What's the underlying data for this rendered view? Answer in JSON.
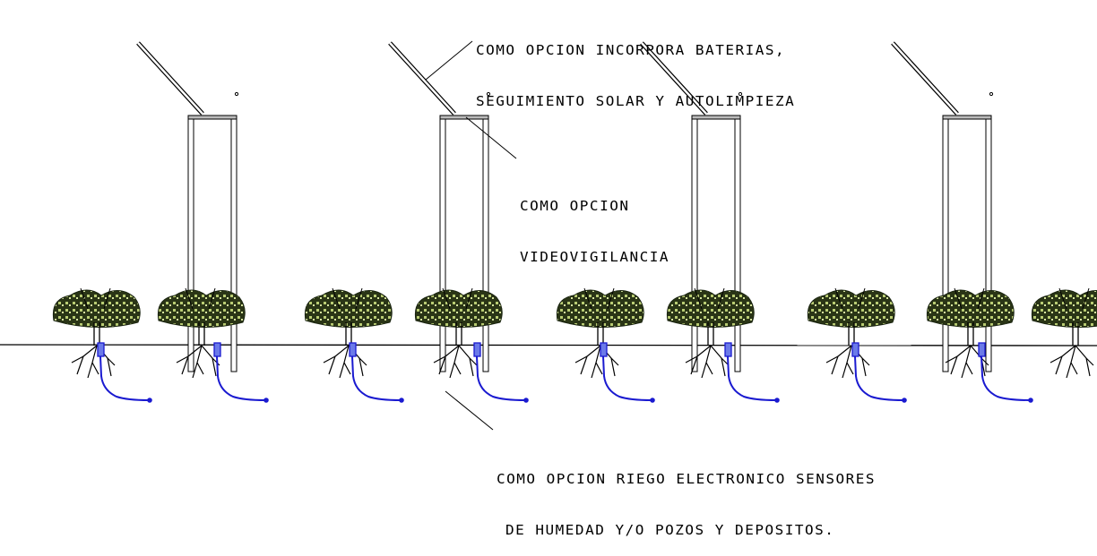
{
  "annotations": {
    "batteries": {
      "line1": "COMO OPCION INCORPORA BATERIAS,",
      "line2": "SEGUIMIENTO SOLAR Y AUTOLIMPIEZA"
    },
    "video": {
      "line1": "COMO OPCION",
      "line2": "VIDEOVIGILANCIA"
    },
    "irrigation": {
      "line1": "COMO OPCION RIEGO ELECTRONICO SENSORES",
      "line2": "DE HUMEDAD Y/O POZOS Y DEPOSITOS."
    }
  },
  "elements": {
    "solar_structures": 4,
    "vines": 9,
    "irrigation_sensors": 8
  },
  "colors": {
    "line": "#000000",
    "irrigation": "#1a1ad0",
    "foliage_dark": "#1f2a10",
    "foliage_light": "#c8d88a"
  }
}
